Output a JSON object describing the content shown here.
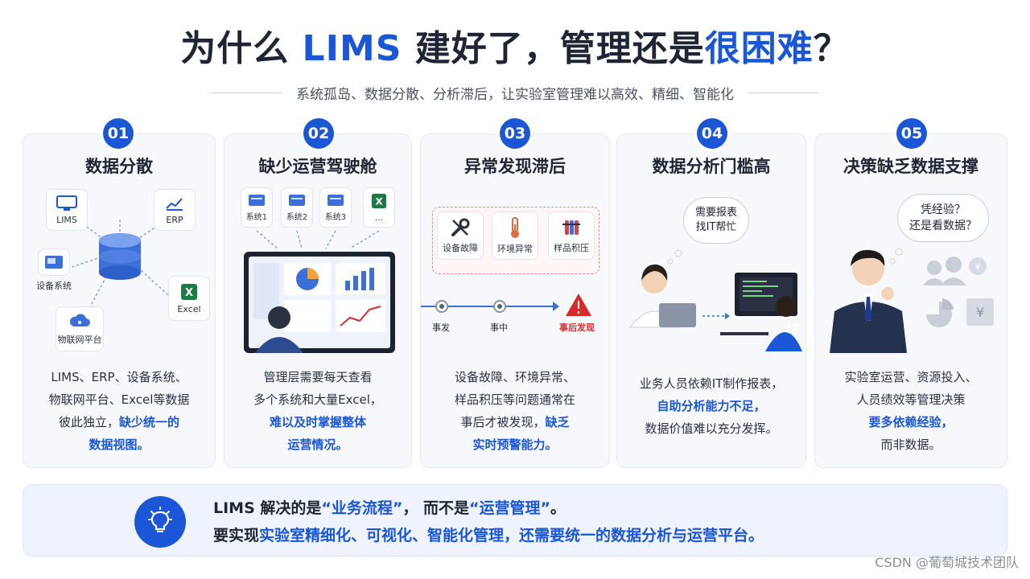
{
  "header": {
    "title_part1": "为什么 ",
    "title_part2": "LIMS",
    "title_part3": " 建好了，管理还是",
    "title_part4": "很困难",
    "title_part5": "？",
    "subtitle": "系统孤岛、数据分散、分析滞后，让实验室管理难以高效、精细、智能化"
  },
  "colors": {
    "accent": "#1a56d6",
    "text": "#1f2533",
    "warning": "#d62b2b",
    "excel": "#1e7a45"
  },
  "cards": [
    {
      "num": "01",
      "title": "数据分散",
      "labels": [
        "LIMS",
        "ERP",
        "设备系统",
        "Excel",
        "物联网平台"
      ],
      "desc_l1": "LIMS、ERP、设备系统、",
      "desc_l2": "物联网平台、Excel等数据",
      "desc_l3a": "彼此独立，",
      "desc_l3b": "缺少统一的",
      "desc_l4": "数据视图。"
    },
    {
      "num": "02",
      "title": "缺少运营驾驶舱",
      "labels": [
        "系统1",
        "系统2",
        "系统3",
        "..."
      ],
      "desc_l1": "管理层需要每天查看",
      "desc_l2": "多个系统和大量Excel，",
      "desc_l3": "难以及时掌握整体",
      "desc_l4": "运营情况。"
    },
    {
      "num": "03",
      "title": "异常发现滞后",
      "labels": [
        "设备故障",
        "环境异常",
        "样品积压"
      ],
      "timeline": [
        "事发",
        "事中",
        "事后发现"
      ],
      "desc_l1": "设备故障、环境异常、",
      "desc_l2": "样品积压等问题通常在",
      "desc_l3a": "事后才被发现，",
      "desc_l3b": "缺乏",
      "desc_l4": "实时预警能力。"
    },
    {
      "num": "04",
      "title": "数据分析门槛高",
      "bubble_l1": "需要报表",
      "bubble_l2": "找IT帮忙",
      "it_label": "IT",
      "desc_l1": "业务人员依赖IT制作报表，",
      "desc_l2": "自助分析能力不足，",
      "desc_l3": "数据价值难以充分发挥。"
    },
    {
      "num": "05",
      "title": "决策缺乏数据支撑",
      "bubble_l1": "凭经验？",
      "bubble_l2": "还是看数据？",
      "desc_l1": "实验室运营、资源投入、",
      "desc_l2": "人员绩效等管理决策",
      "desc_l3": "要多依赖经验，",
      "desc_l4": "而非数据。"
    }
  ],
  "bottom": {
    "l1_a": "LIMS 解决的是",
    "l1_b": "“业务流程”",
    "l1_c": "，  而不是",
    "l1_d": "“运营管理”",
    "l1_e": "。",
    "l2_a": "要实现",
    "l2_b": "实验室精细化、可视化、智能化管理，",
    "l2_c": "还需要统一的数据分析与运营平台。"
  },
  "watermark": "CSDN @葡萄城技术团队"
}
